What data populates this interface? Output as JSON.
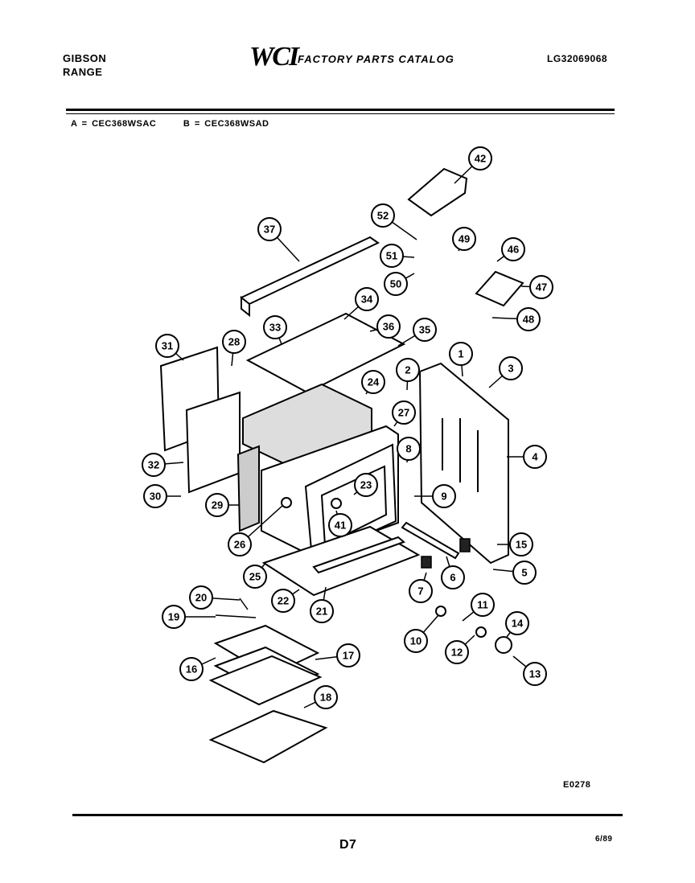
{
  "header": {
    "brand_line1": "GIBSON",
    "brand_line2": "RANGE",
    "logo": "WCI",
    "catalog_title": "FACTORY PARTS CATALOG",
    "catalog_number": "LG32069068"
  },
  "models": {
    "a": "A = CEC368WSAC",
    "b": "B = CEC368WSAD"
  },
  "footer": {
    "drawing_code": "E0278",
    "page_number": "D7",
    "date": "6/89"
  },
  "callouts": [
    "42",
    "52",
    "49",
    "46",
    "51",
    "47",
    "50",
    "48",
    "37",
    "34",
    "33",
    "36",
    "35",
    "31",
    "28",
    "1",
    "3",
    "2",
    "24",
    "27",
    "4",
    "8",
    "32",
    "23",
    "9",
    "30",
    "29",
    "41",
    "26",
    "15",
    "25",
    "22",
    "21",
    "6",
    "5",
    "7",
    "20",
    "11",
    "19",
    "14",
    "10",
    "12",
    "17",
    "13",
    "16",
    "18"
  ]
}
